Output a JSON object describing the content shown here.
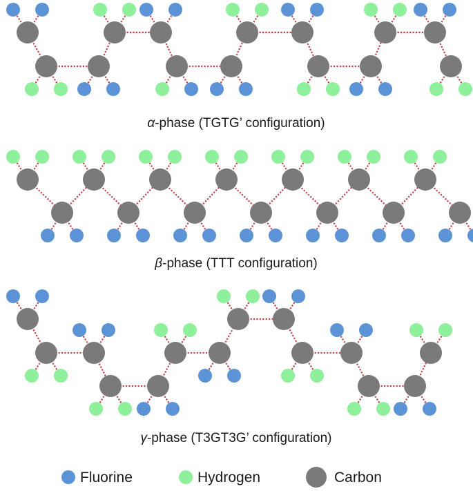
{
  "colors": {
    "fluorine": "#5b93d6",
    "hydrogen": "#8ff09b",
    "carbon": "#7a7a7a",
    "bond": "#c0434a"
  },
  "phases": [
    {
      "symbol": "α",
      "caption": "-phase (TGTG’ configuration)"
    },
    {
      "symbol": "β",
      "caption": "-phase (TTT configuration)"
    },
    {
      "symbol": "γ",
      "caption": "-phase (T3GT3G’ configuration)"
    }
  ],
  "legend": [
    {
      "key": "fluorine",
      "label": "Fluorine"
    },
    {
      "key": "hydrogen",
      "label": "Hydrogen"
    },
    {
      "key": "carbon",
      "label": "Carbon"
    }
  ]
}
